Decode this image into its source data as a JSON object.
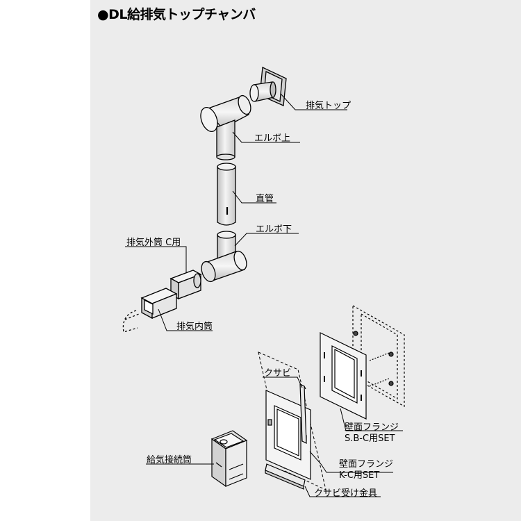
{
  "title": "●DL給排気トップチャンバ",
  "labels": {
    "exhaust_top": "排気トップ",
    "elbow_upper": "エルボ上",
    "straight_pipe": "直管",
    "elbow_lower": "エルボ下",
    "exhaust_outer_c": "排気外筒 C用",
    "exhaust_inner": "排気内筒",
    "wedge": "クサビ",
    "wall_flange_sbc_1": "壁面フランジ",
    "wall_flange_sbc_2": "S.B-C用SET",
    "wall_flange_kc_1": "壁面フランジ",
    "wall_flange_kc_2": "K-C用SET",
    "intake_connector": "給気接続筒",
    "wedge_receiver": "クサビ受け金具"
  }
}
